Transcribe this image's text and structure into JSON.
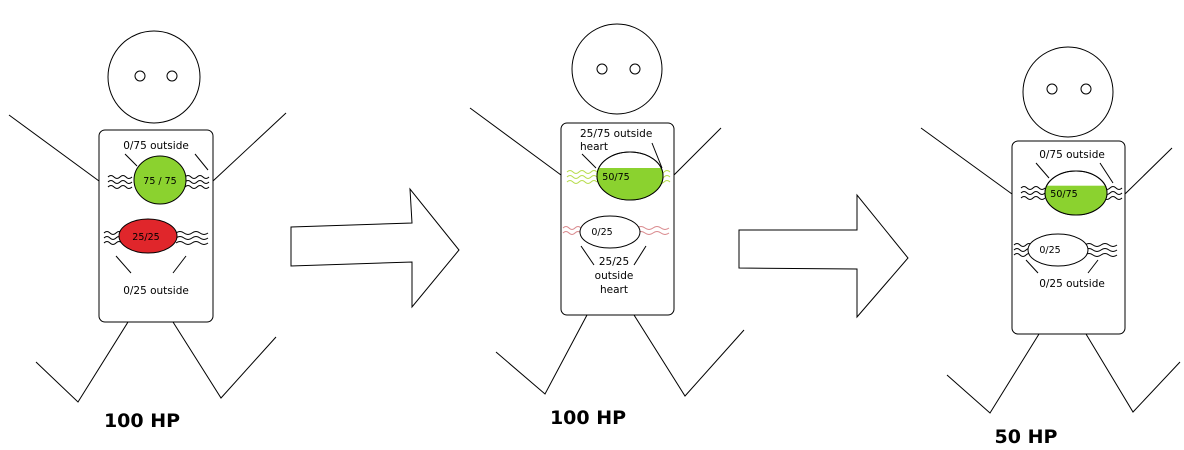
{
  "colors": {
    "green": "#8bd22f",
    "red": "#e0262b",
    "green_wave": "#b7dc4c",
    "red_wave": "#d9888c",
    "black": "#000000"
  },
  "figure1": {
    "hp": "100 HP",
    "top_organ": "75 / 75",
    "top_organ_fill": 1,
    "top_label": "0/75 outside",
    "bottom_organ": "25/25",
    "bottom_organ_fill": 1,
    "bottom_label": "0/25 outside"
  },
  "figure2": {
    "hp": "100 HP",
    "top_organ": "50/75",
    "top_organ_fill": 0.6667,
    "top_label_line1": "25/75 outside",
    "top_label_line2": "heart",
    "bottom_organ": "0/25",
    "bottom_organ_fill": 0,
    "bottom_label_line1": "25/25",
    "bottom_label_line2": "outside",
    "bottom_label_line3": "heart"
  },
  "figure3": {
    "hp": "50 HP",
    "top_organ": "50/75",
    "top_organ_fill": 0.6667,
    "top_label": "0/75 outside",
    "bottom_organ": "0/25",
    "bottom_organ_fill": 0,
    "bottom_label": "0/25 outside"
  },
  "arrows": [
    "right-arrow-icon",
    "right-arrow-icon"
  ]
}
